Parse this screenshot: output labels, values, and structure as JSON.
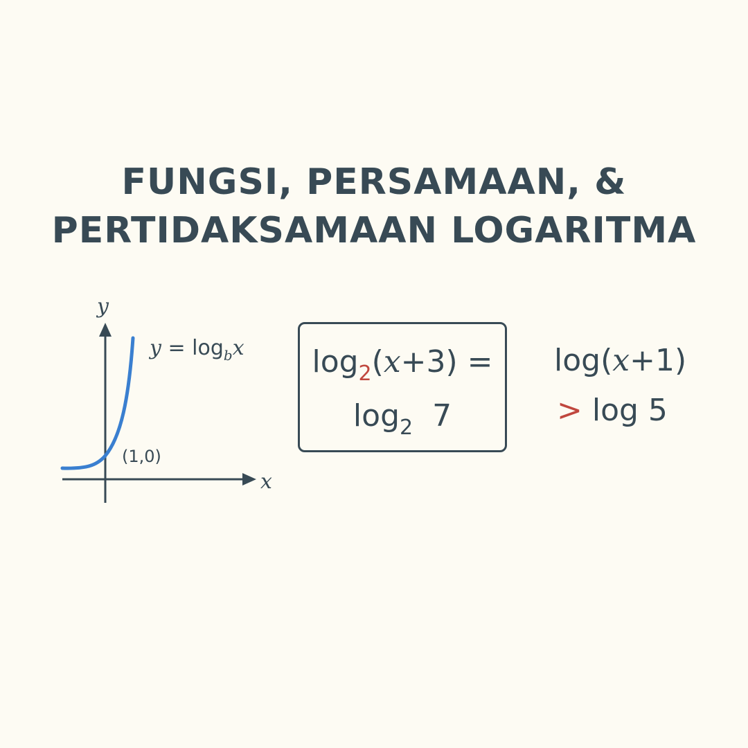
{
  "title": {
    "line1": "FUNGSI, PERSAMAAN, &",
    "line2": "PERTIDAKSAMAAN LOGARITMA"
  },
  "graph": {
    "y_axis_label": "y",
    "x_axis_label": "x",
    "function_label": {
      "y": "y",
      "equals": " = log",
      "base": "b",
      "x": "x"
    },
    "point_label": "(1,0)",
    "curve_color": "#3a7fd0",
    "axis_color": "#384a55"
  },
  "equation": {
    "line1": {
      "log": "log",
      "base": "2",
      "open": "(",
      "var": "x",
      "rest": "+3) ="
    },
    "line2": {
      "log": "log",
      "base": "2",
      "num": "7"
    },
    "base_highlight_color": "#c0473e"
  },
  "inequality": {
    "line1": {
      "log": "log",
      "open": "(",
      "var": "x",
      "rest": "+1)"
    },
    "line2": {
      "symbol": ">",
      "rest": "log 5"
    },
    "symbol_color": "#c0473e"
  }
}
